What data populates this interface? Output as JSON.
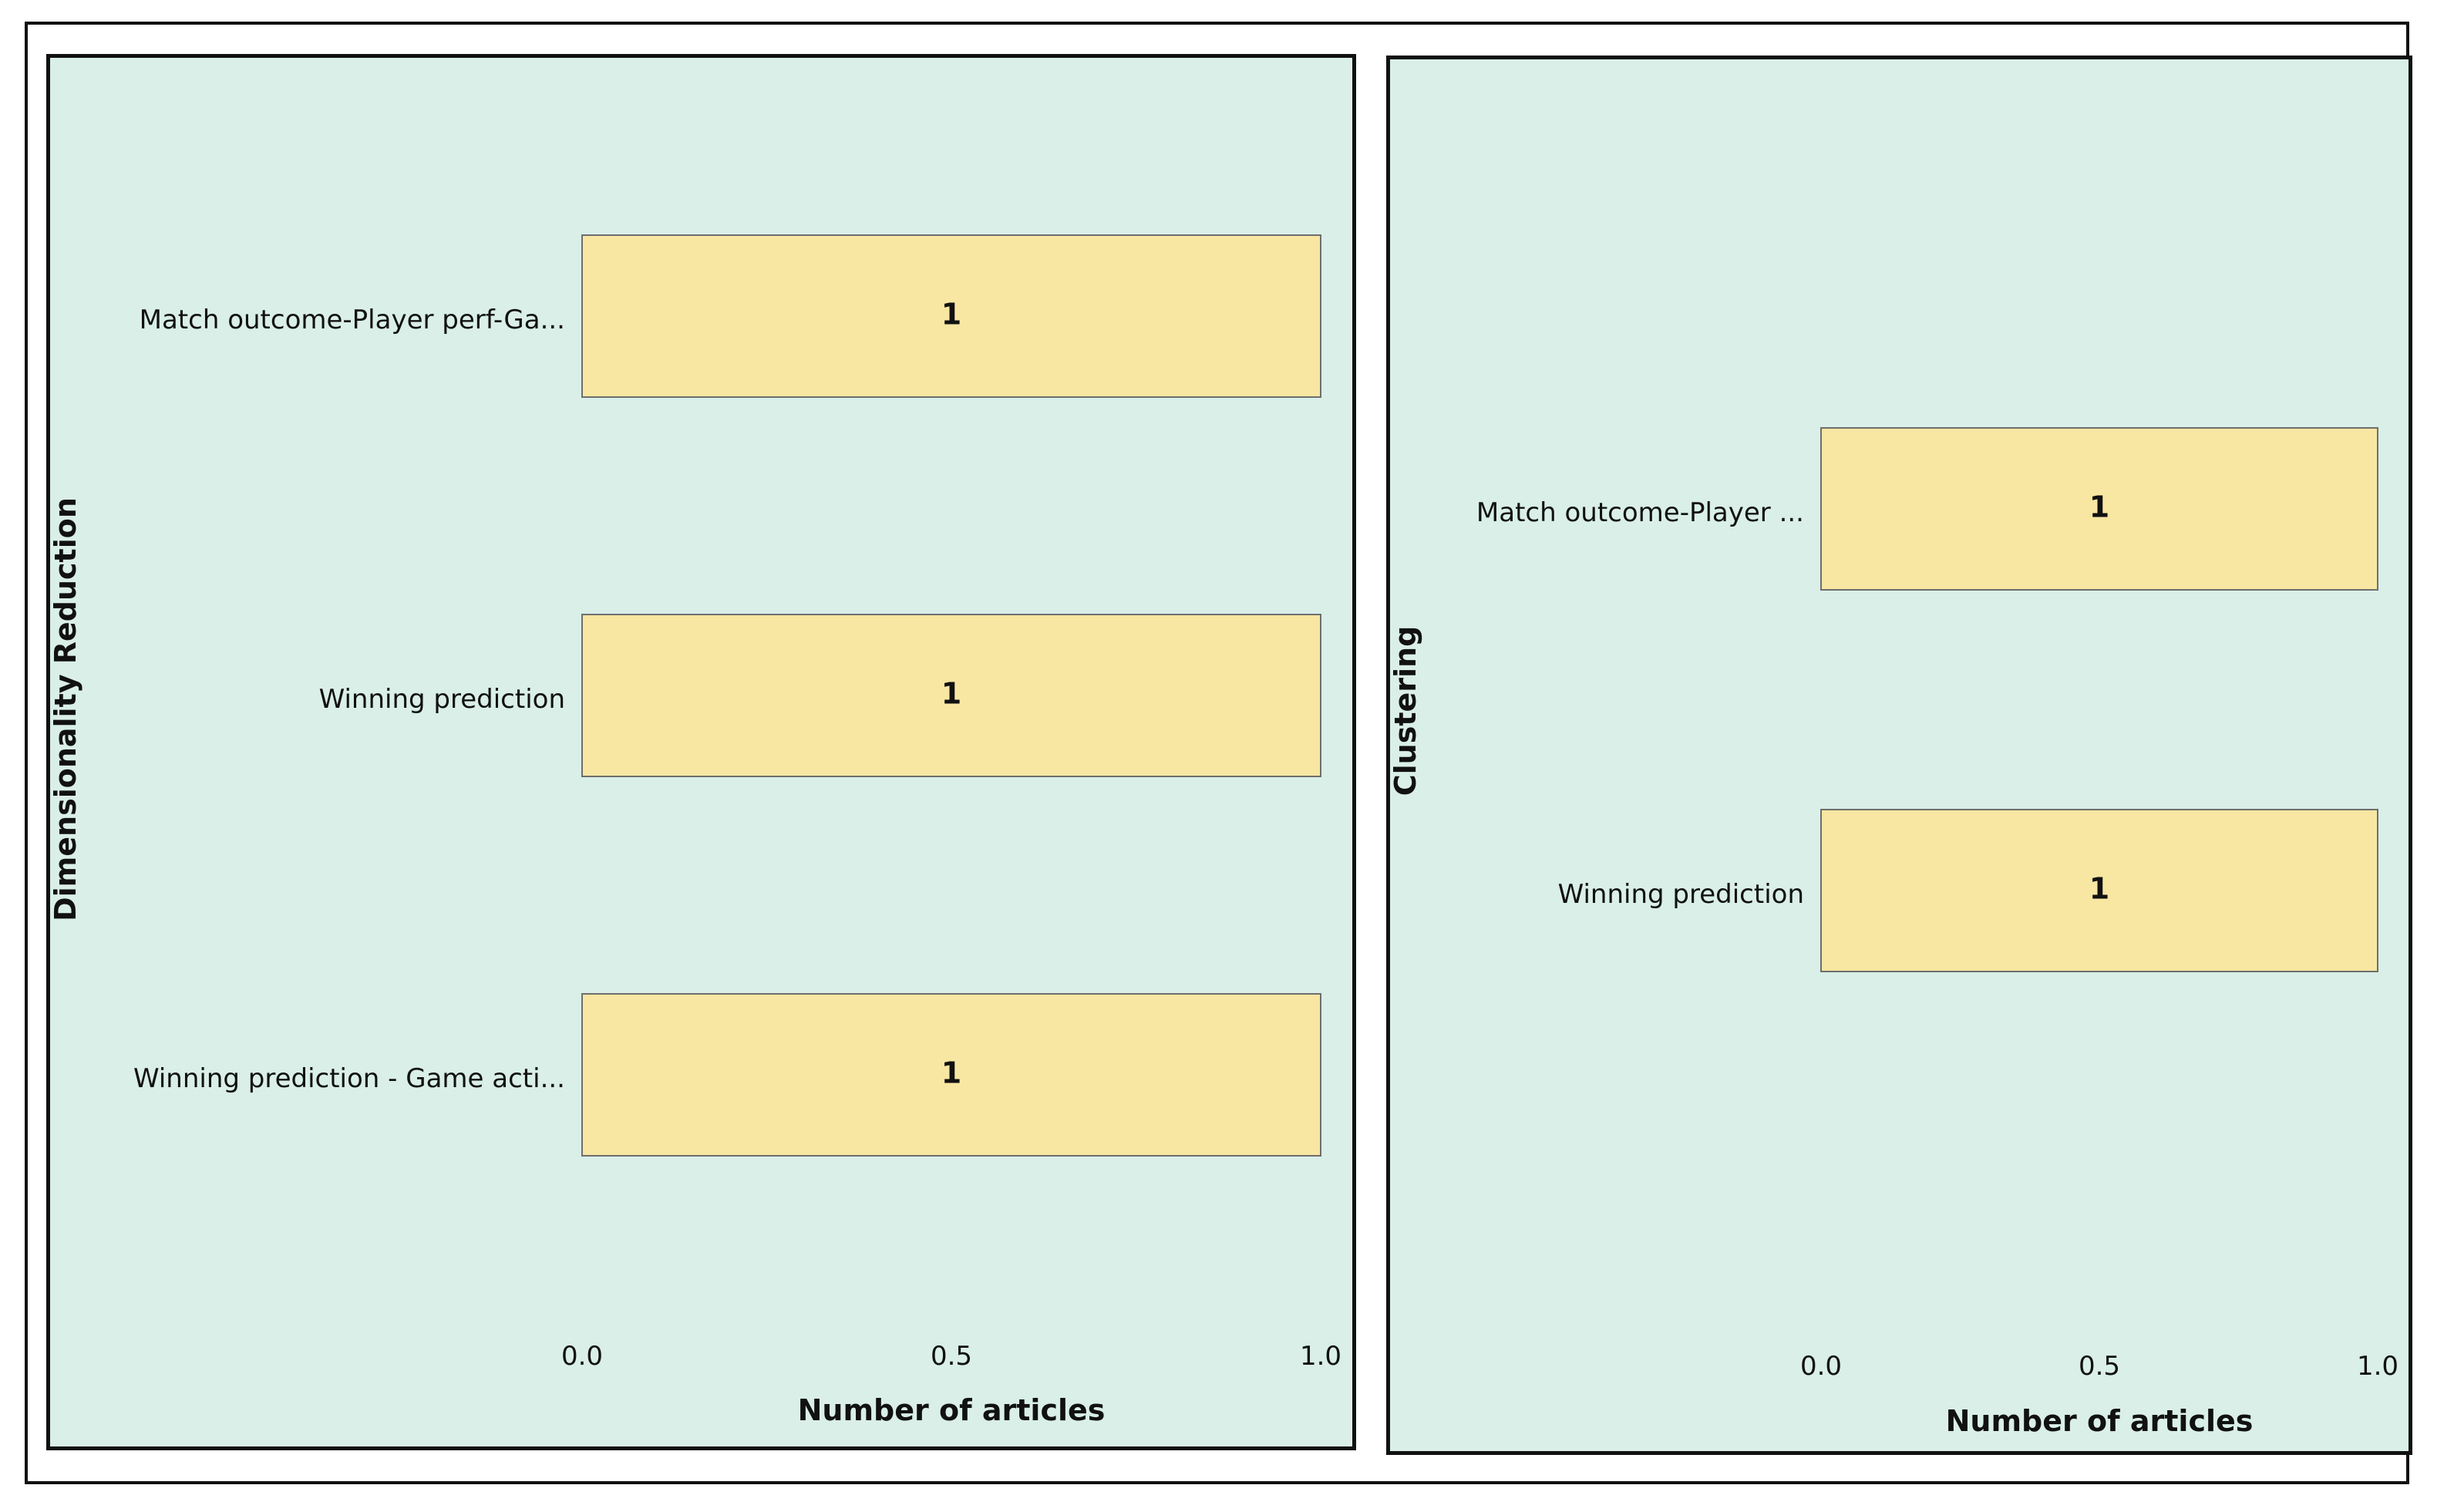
{
  "colors": {
    "panel_background": "#d9efe8",
    "bar_fill": "#f8e7a2",
    "bar_stroke": "#6e6e6e",
    "frame": "#111111"
  },
  "chart_data": [
    {
      "type": "bar",
      "orientation": "horizontal",
      "panel_title": "Dimensionality Reduction",
      "categories": [
        "Match outcome-Player perf-Ga...",
        "Winning prediction",
        "Winning prediction - Game acti..."
      ],
      "values": [
        1,
        1,
        1
      ],
      "data_labels": [
        "1",
        "1",
        "1"
      ],
      "xlabel": "Number of articles",
      "xlim": [
        0,
        1
      ],
      "xticks": [
        "0.0",
        "0.5",
        "1.0"
      ],
      "grid": false
    },
    {
      "type": "bar",
      "orientation": "horizontal",
      "panel_title": "Clustering",
      "categories": [
        "Match outcome-Player ...",
        "Winning prediction"
      ],
      "values": [
        1,
        1
      ],
      "data_labels": [
        "1",
        "1"
      ],
      "xlabel": "Number of articles",
      "xlim": [
        0,
        1
      ],
      "xticks": [
        "0.0",
        "0.5",
        "1.0"
      ],
      "grid": false
    }
  ]
}
